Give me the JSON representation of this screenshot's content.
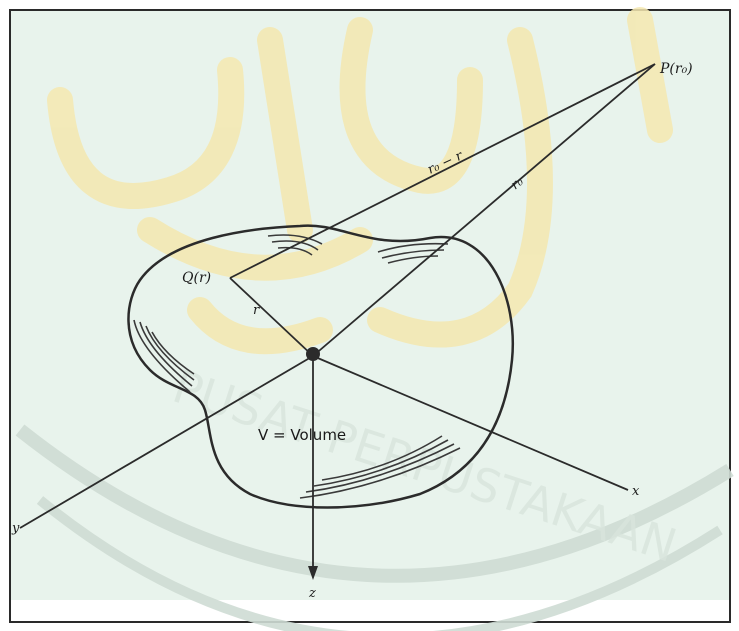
{
  "diagram": {
    "labels": {
      "point_p": "P(r₀)",
      "point_q": "Q(r)",
      "seg_diff": "r₀ − r",
      "seg_r0": "r₀",
      "seg_r": "r",
      "volume": "V = Volume",
      "axis_x": "x",
      "axis_y": "y",
      "axis_z": "z"
    },
    "watermark_text": "PUSAT PERPUSTAKAAN",
    "colors": {
      "background": "#e8f3ec",
      "frame": "#2a2a2a",
      "ink": "#2b2b2b",
      "watermark_logo": "#f4e8b0",
      "watermark_arc": "#cfdcd4",
      "watermark_text": "#d9e5dd"
    }
  }
}
